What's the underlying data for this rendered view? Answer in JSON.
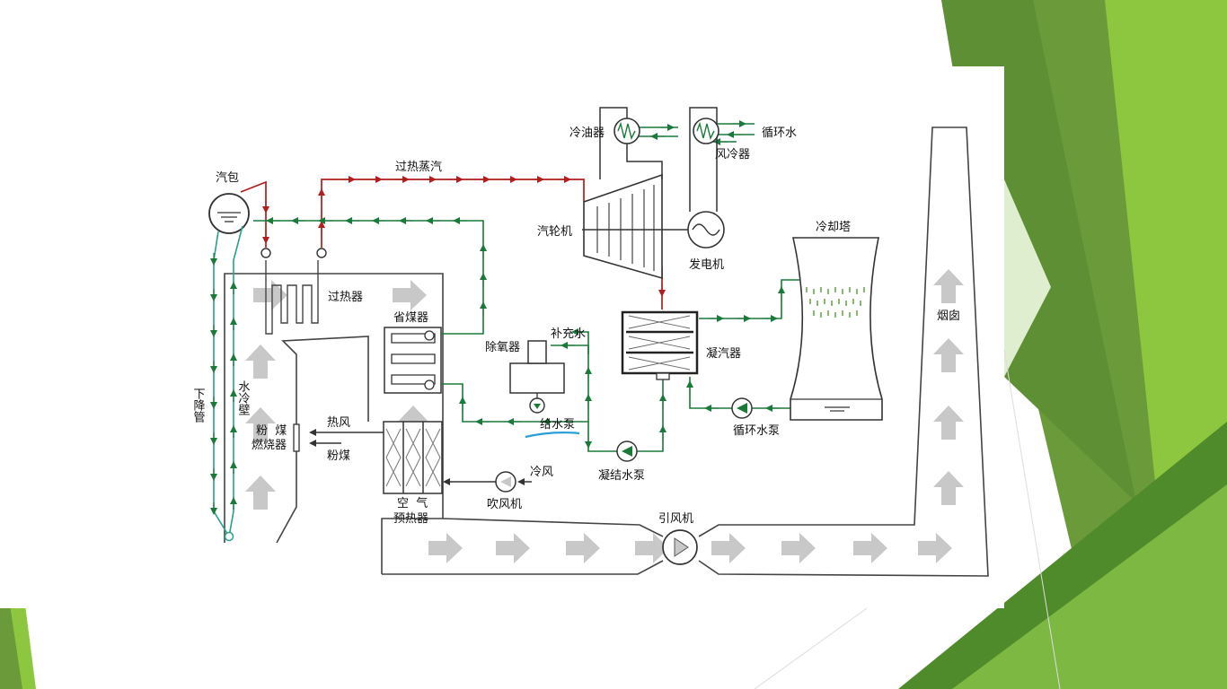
{
  "labels": {
    "drum": "汽包",
    "superheated_steam": "过热蒸汽",
    "oil_cooler": "冷油器",
    "air_cooler": "风冷器",
    "circulating_water": "循环水",
    "turbine": "汽轮机",
    "generator": "发电机",
    "cooling_tower": "冷却塔",
    "superheater": "过热器",
    "economizer": "省煤器",
    "deaerator": "除氧器",
    "makeup_water": "补充水",
    "condenser": "凝汽器",
    "chimney": "烟囱",
    "downcomer": "下降管",
    "water_wall": "水冷壁",
    "burner_top": "粉  煤",
    "burner_bottom": "燃烧器",
    "hot_air": "热风",
    "pulverized_coal": "粉煤",
    "feed_pump": "给水泵",
    "circ_pump": "循环水泵",
    "air_preheater_top": "空  气",
    "air_preheater_bottom": "预热器",
    "cold_air": "冷风",
    "condensate_pump": "凝结水泵",
    "blower": "吹风机",
    "induced_fan": "引风机"
  },
  "colors": {
    "steam": "#b01e1e",
    "water": "#1a7a3a",
    "water_tube": "#2aa08a",
    "flue_arrow": "#c8c8c8",
    "outline": "#444444",
    "accent_line": "#2a9fd6",
    "green_1": "#8dc63f",
    "green_2": "#6a9a3a",
    "green_3": "#4f8a2b"
  }
}
